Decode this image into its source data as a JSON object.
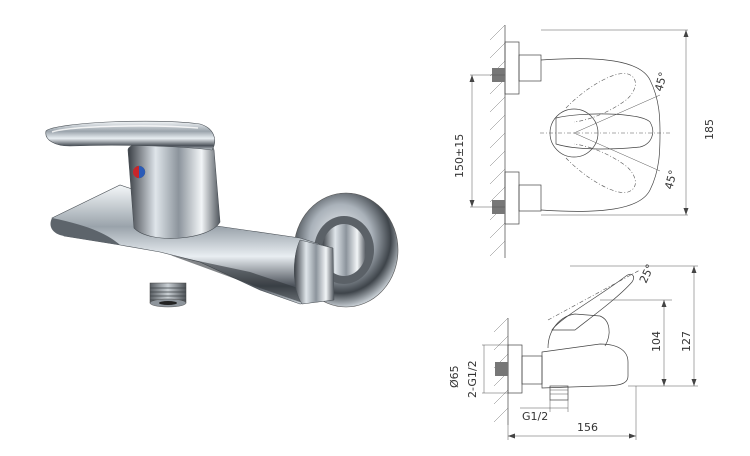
{
  "product": {
    "name": "wall-mounted single-lever shower mixer",
    "finish": "chrome"
  },
  "top_view": {
    "centre_distance_label": "150±15",
    "height_label": "185",
    "angle_upper_label": "45°",
    "angle_lower_label": "45°"
  },
  "side_view": {
    "angle_label": "25°",
    "outlet_height_label": "104",
    "total_height_label": "127",
    "depth_label": "156",
    "flange_diameter_label": "Ø65",
    "inlet_thread_label": "2-G1/2",
    "outlet_thread_label": "G1/2"
  },
  "colors": {
    "chrome_dark": "#3a3f45",
    "chrome_mid": "#9aa3ab",
    "chrome_light": "#eef2f5",
    "hot_indicator": "#c8262a",
    "cold_indicator": "#2a5bb8",
    "line": "#444444"
  }
}
